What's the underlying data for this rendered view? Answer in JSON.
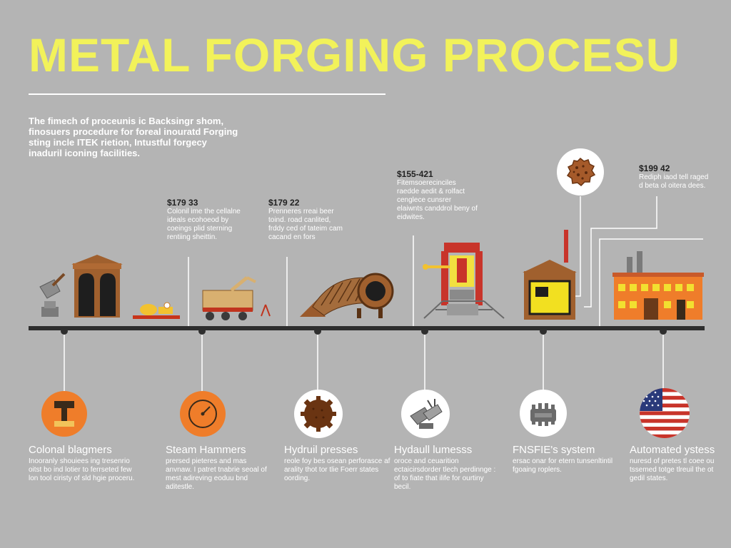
{
  "header": {
    "title": "METAL FORGING PROCESU",
    "intro": "The fimech of proceunis ic Backsingr shom, finosuers procedure for foreal inouratd Forging sting incle ITEK rietion, Intustful forgecy inaduril iconing facilities."
  },
  "callouts": [
    {
      "price": "$179 33",
      "text": "Colonil ime the cellalne ideals ecohoeod by coeings plid sterning rentiing sheittin."
    },
    {
      "price": "$179 22",
      "text": "Prenneres rreai beer toind. road canlited, frddy ced of tateim cam cacand en fors"
    },
    {
      "price": "$155-421",
      "text": "Fitemsoerecinciles raedde aedit & rolfact cenglece cunsrer elaiwnts canddrol beny of eidwites."
    },
    {
      "price": "$199 42",
      "text": "Rediph iaod tell raged d beta ol oitera dees."
    }
  ],
  "stages": [
    {
      "title": "Colonal blagmers",
      "desc": "Inooranly shouiees ing tresenrio oitst bo ind lotier to ferrseted few lon tool ciristy of sld hgie proceru.",
      "icon": "hammer-head-icon"
    },
    {
      "title": "Steam Hammers",
      "desc": "prersed pieteres and mas anvnaw. I patret tnabrie seoal of mest adireving eoduu bnd aditestle.",
      "icon": "steam-gauge-icon"
    },
    {
      "title": "Hydruil presses",
      "desc": "reole foy bes osean perforasce af arality thot tor tlie Foerr states oording.",
      "icon": "gear-icon"
    },
    {
      "title": "Hydaull lumesss",
      "desc": "oroce and ceuarition ectaicirsdorder tlech perdinnge : of to fiate that ilife for ourtiny becil.",
      "icon": "forging-tool-icon"
    },
    {
      "title": "FNSFIE's system",
      "desc": "ersac onar for etern tunsenltintil fgoaing roplers.",
      "icon": "cog-wheel-icon"
    },
    {
      "title": "Automated ystess",
      "desc": "nuresd of pretes tl coee ou tssemed totge tlreuil the ot gedil states.",
      "icon": "american-flag-icon"
    }
  ],
  "colors": {
    "title": "#f2f25a",
    "background": "#b4b4b4",
    "accent_orange": "#ef7d2a",
    "accent_red": "#c8342a",
    "wood_brown": "#9a5a2c",
    "timeline": "#2e2e2e"
  }
}
